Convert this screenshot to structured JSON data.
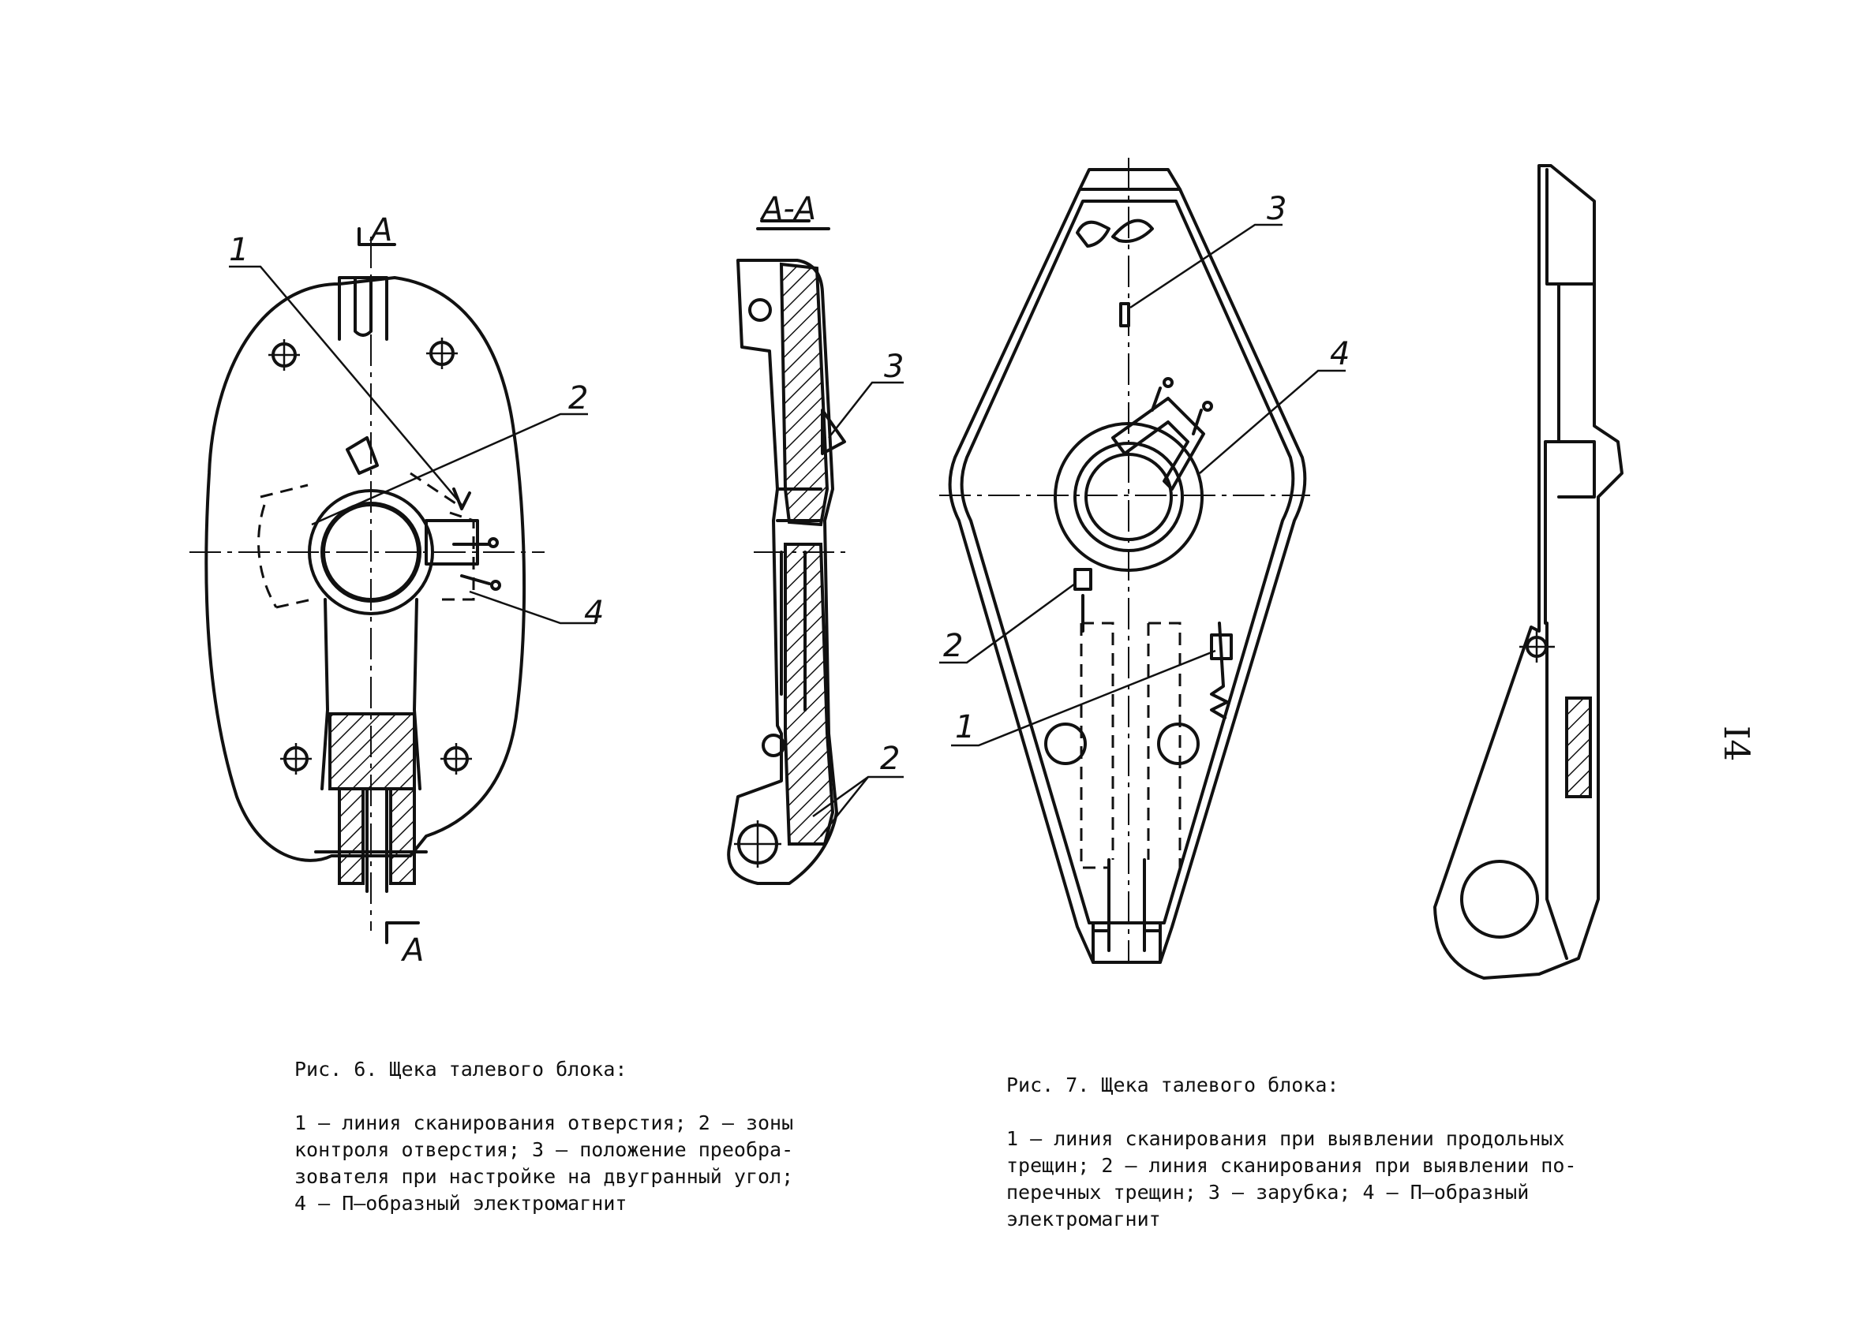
{
  "figure6": {
    "section_mark_top": "A",
    "section_mark_bottom": "A",
    "labels": [
      "1",
      "2",
      "4"
    ]
  },
  "section": {
    "title": "A-A",
    "labels": [
      "3",
      "2"
    ]
  },
  "figure7": {
    "labels": [
      "3",
      "4",
      "2",
      "1"
    ]
  },
  "page_number": "I4",
  "caption6": {
    "title": "Рис. 6. Щека талевого блока:",
    "body": "1 – линия сканирования отверстия; 2 – зоны\nконтроля отверстия; 3 – положение преобра-\nзователя при настройке на двугранный угол;\n4 – П–образный электромагнит"
  },
  "caption7": {
    "title": "Рис. 7. Щека талевого блока:",
    "body": "1 – линия сканирования при выявлении продольных\nтрещин; 2 – линия сканирования при выявлении по-\nперечных трещин; 3 – зарубка; 4 – П–образный\nэлектромагнит"
  }
}
